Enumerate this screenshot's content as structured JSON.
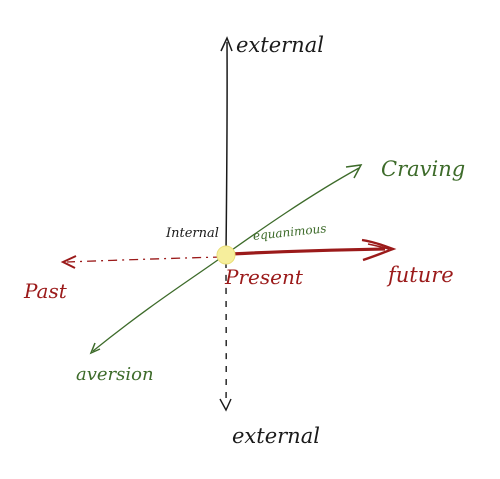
{
  "labels": {
    "external_top": "external",
    "external_bottom": "external",
    "craving": "Craving",
    "aversion": "aversion",
    "internal": "Internal",
    "equanimous": "equanimous",
    "past": "Past",
    "present": "Present",
    "future": "future"
  },
  "colors": {
    "axis": "#1a1a1a",
    "green": "#3d6b2a",
    "red": "#9b1a1a",
    "center": "#f6ee9c"
  }
}
